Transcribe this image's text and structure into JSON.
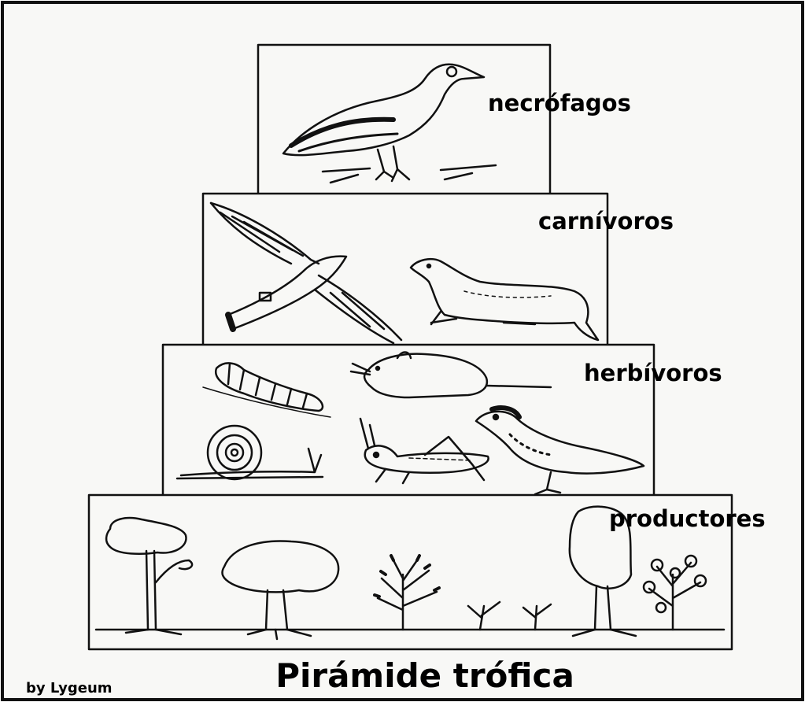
{
  "levels": [
    {
      "label": "necrófagos",
      "animals": [
        "vulture"
      ]
    },
    {
      "label": "carnívoros",
      "animals": [
        "bird-of-prey",
        "weasel"
      ]
    },
    {
      "label": "herbívoros",
      "animals": [
        "caterpillar",
        "rodent",
        "snail",
        "grasshopper",
        "partridge"
      ]
    },
    {
      "label": "productores",
      "plants": [
        "tree",
        "round-tree",
        "shrub",
        "small-plants",
        "conifer",
        "flowering-shrub"
      ]
    }
  ],
  "title": "Pirámide trófica",
  "credit": "by Lygeum",
  "colors": {
    "paper": "#f8f8f6",
    "ink": "#111111"
  }
}
